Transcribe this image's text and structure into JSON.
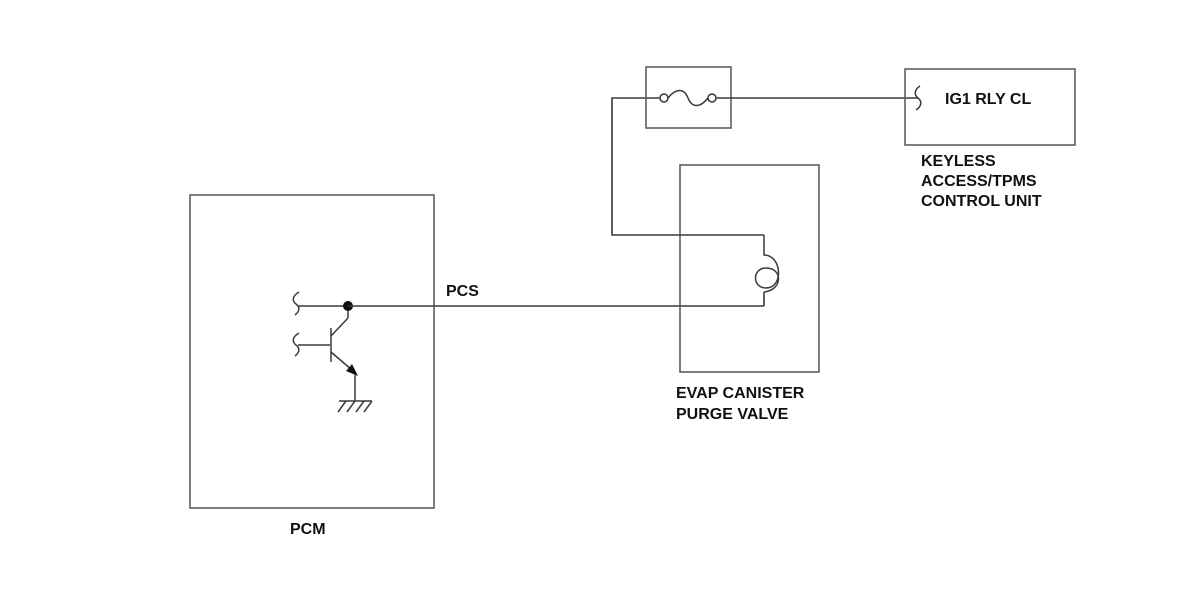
{
  "labels": {
    "pcm": "PCM",
    "pcs_signal": "PCS",
    "evap_line1": "EVAP CANISTER",
    "evap_line2": "PURGE VALVE",
    "ig1_terminal": "IG1 RLY CL",
    "keyless_line1": "KEYLESS",
    "keyless_line2": "ACCESS/TPMS",
    "keyless_line3": "CONTROL UNIT"
  },
  "colors": {
    "line": "#3a3a3a",
    "box_outline": "#555555",
    "text": "#111111",
    "background": "#ffffff"
  }
}
